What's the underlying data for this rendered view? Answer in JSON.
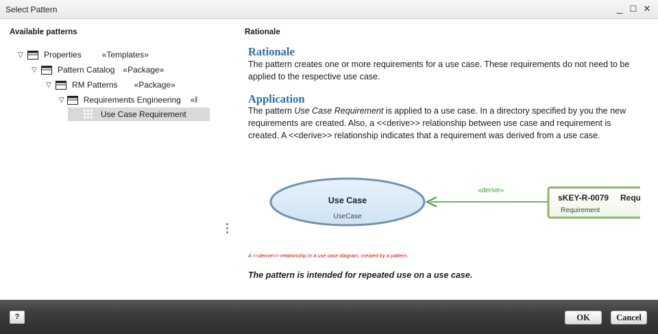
{
  "window": {
    "title": "Select Pattern",
    "controls": {
      "minimize": "_",
      "maximize": "☐",
      "close": "✕"
    }
  },
  "left_panel": {
    "heading": "Available patterns",
    "tree": [
      {
        "label": "Properties",
        "stereotype": "«Templates»",
        "toggle": "▽",
        "icon": "folder-icon"
      },
      {
        "label": "Pattern Catalog",
        "stereotype": "«Package»",
        "toggle": "▽",
        "icon": "folder-icon"
      },
      {
        "label": "RM Patterns",
        "stereotype": "«Package»",
        "toggle": "▽",
        "icon": "folder-icon"
      },
      {
        "label": "Requirements Engineering",
        "stereotype": "«F",
        "toggle": "▽",
        "icon": "folder-icon"
      },
      {
        "label": "Use Case Requirement",
        "icon": "pattern-icon",
        "selected": true
      }
    ]
  },
  "right_panel": {
    "heading": "Rationale",
    "rationale_title": "Rationale",
    "rationale_text": "The pattern creates one or more requirements for a use case. These requirements do not need to be applied to the respective use case.",
    "application_title": "Application",
    "application_text_1": "The pattern ",
    "application_text_em": "Use Case Requirement",
    "application_text_2": " is applied to a use case. In a directory specified by you the new requirements are created. Also, a <<derive>> relationship between use case and requirement is created. A <<derive>> relationship indicates that a requirement was derived from a use case.",
    "diagram": {
      "use_case_title": "Use Case",
      "use_case_type": "UseCase",
      "relationship_label": "«derive»",
      "requirement_id": "sKEY-R-0079",
      "requirement_name": "Requ",
      "requirement_type": "Requirement"
    },
    "caption": "A <<derive>> relationship in a use case diagram, created by a pattern.",
    "note": "The pattern is intended for repeated use on a use case."
  },
  "footer": {
    "help_label": "?",
    "ok_label": "OK",
    "cancel_label": "Cancel"
  },
  "colors": {
    "heading_blue": "#2e6da4",
    "caption_red": "#e00000",
    "usecase_fill": "#dcecf8",
    "usecase_stroke": "#6f93b3",
    "derive_green": "#3a9b2e",
    "requirement_stroke": "#8ab56a"
  }
}
